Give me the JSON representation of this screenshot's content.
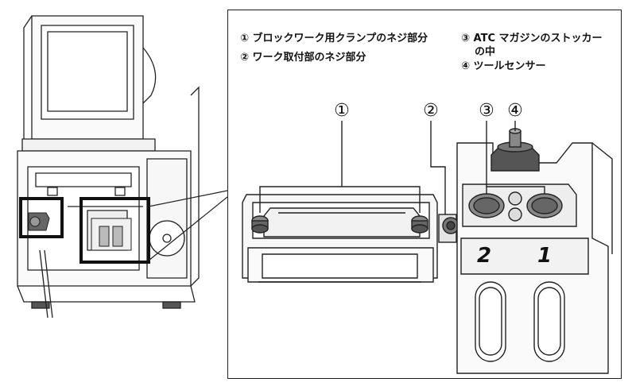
{
  "legend": {
    "item1": "① ブロックワーク用クランプのネジ部分",
    "item2": "② ワーク取付部のネジ部分",
    "item3_line1": "③ ATC マガジンのストッカー",
    "item3_line2": "の中",
    "item4": "④ ツールセンサー"
  },
  "callouts": {
    "c1": "①",
    "c2": "②",
    "c3": "③",
    "c4": "④"
  },
  "stocker_labels": {
    "left": "2",
    "right": "1"
  },
  "colors": {
    "line": "#222222",
    "fill_light": "#f2f2f2",
    "fill_mid": "#bdbdbd",
    "fill_dark": "#555555"
  }
}
